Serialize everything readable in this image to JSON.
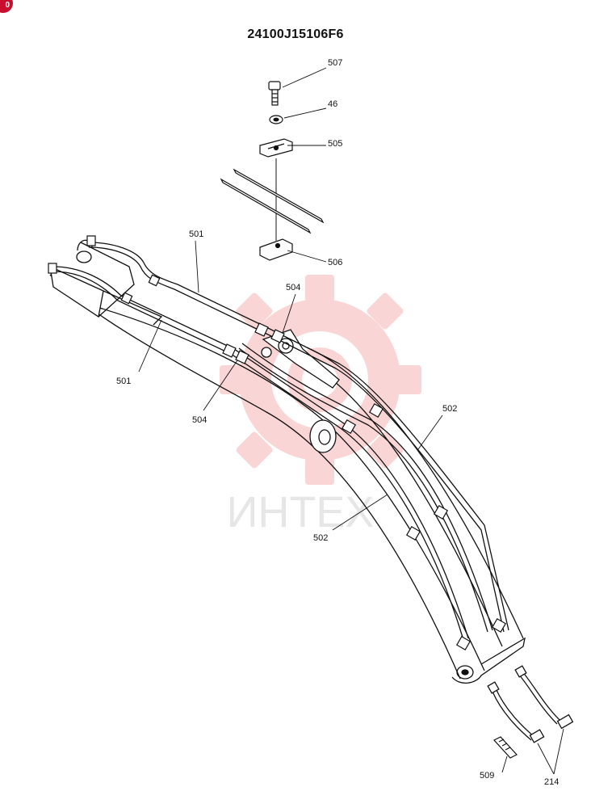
{
  "badge": "0",
  "title": "24100J15106F6",
  "watermark": {
    "text": "ИНТЕХ",
    "color": "#f29b9b"
  },
  "callouts": {
    "p507": "507",
    "p46": "46",
    "p505": "505",
    "p506": "506",
    "p501_top": "501",
    "p501_left": "501",
    "p504_top": "504",
    "p504_left": "504",
    "p502_right": "502",
    "p502_mid": "502",
    "p509": "509",
    "p214": "214"
  }
}
